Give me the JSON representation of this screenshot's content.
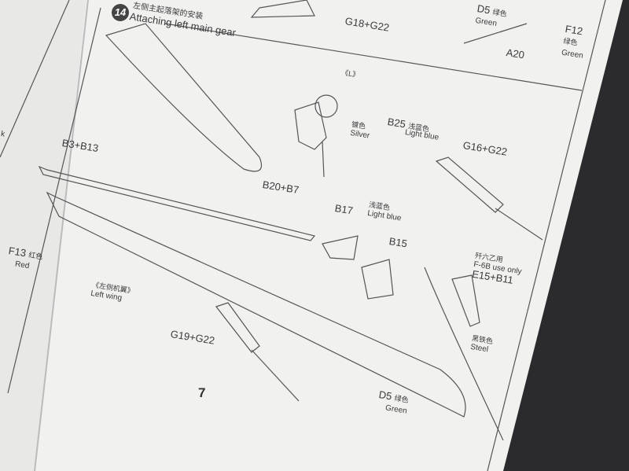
{
  "step": {
    "number": "14",
    "title_cn": "左侧主起落架的安装",
    "title_en": "Attaching left main gear"
  },
  "labels": {
    "g18_g22": "G18+G22",
    "d5_top": {
      "part": "D5",
      "cn": "绿色",
      "en": "Green"
    },
    "f12": {
      "part": "F12",
      "cn": "绿色",
      "en": "Green"
    },
    "a20": "A20",
    "l_mark": "《L》",
    "silver": {
      "cn": "镀色",
      "en": "Silver"
    },
    "b25": {
      "part": "B25",
      "cn": "浅蓝色",
      "en": "Light blue"
    },
    "g16_g22": "G16+G22",
    "b3_b13": "B3+B13",
    "b20_b7": "B20+B7",
    "b17": "B17",
    "light_blue": {
      "cn": "浅蓝色",
      "en": "Light blue"
    },
    "b15": "B15",
    "f13": {
      "part": "F13",
      "cn": "红色",
      "en": "Red"
    },
    "left_wing": {
      "cn": "《左侧机翼》",
      "en": "Left wing"
    },
    "f6b": {
      "cn": "歼六乙用",
      "en": "F-6B use only",
      "part": "E15+B11"
    },
    "steel": {
      "cn": "黑铁色",
      "en": "Steel"
    },
    "g19_g22": "G19+G22",
    "d5_bottom": {
      "part": "D5",
      "cn": "绿色",
      "en": "Green"
    },
    "left_page_fragment": "k"
  },
  "page_number": "7"
}
